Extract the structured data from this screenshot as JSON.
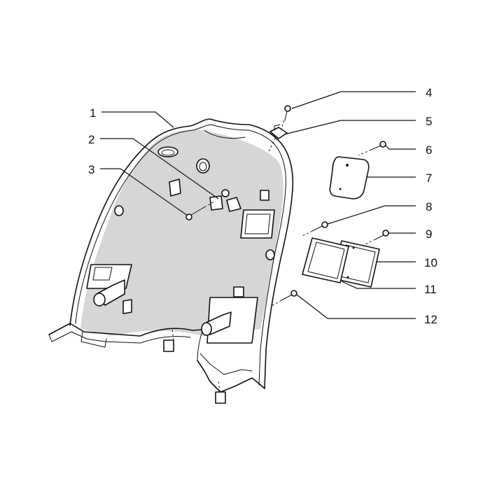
{
  "diagram": {
    "callouts": [
      {
        "id": "1",
        "label": "1"
      },
      {
        "id": "2",
        "label": "2"
      },
      {
        "id": "3",
        "label": "3"
      },
      {
        "id": "4",
        "label": "4"
      },
      {
        "id": "5",
        "label": "5"
      },
      {
        "id": "6",
        "label": "6"
      },
      {
        "id": "7",
        "label": "7"
      },
      {
        "id": "8",
        "label": "8"
      },
      {
        "id": "9",
        "label": "9"
      },
      {
        "id": "10",
        "label": "10"
      },
      {
        "id": "11",
        "label": "11"
      },
      {
        "id": "12",
        "label": "12"
      }
    ],
    "colors": {
      "line": "#111111",
      "background": "#ffffff",
      "shade": "#d6d6d6"
    }
  }
}
